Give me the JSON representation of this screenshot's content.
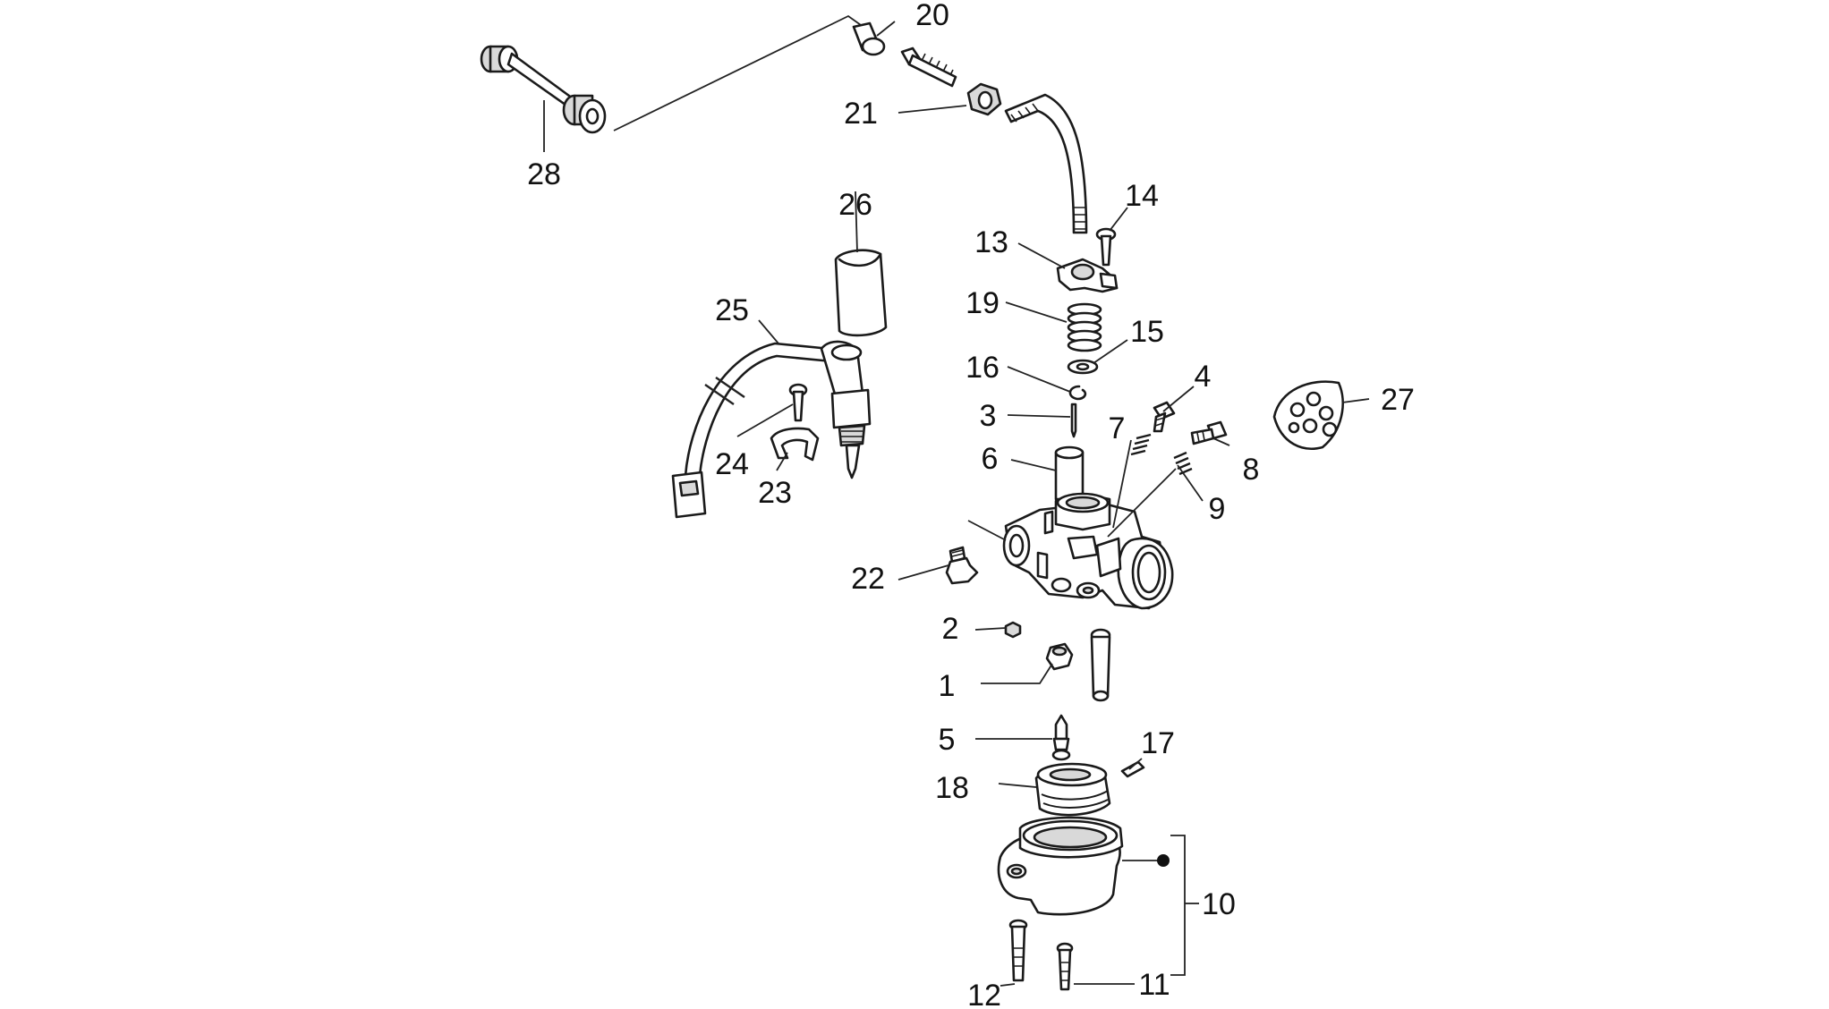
{
  "callouts": [
    {
      "id": "1",
      "text": "1"
    },
    {
      "id": "2",
      "text": "2"
    },
    {
      "id": "3",
      "text": "3"
    },
    {
      "id": "4",
      "text": "4"
    },
    {
      "id": "5",
      "text": "5"
    },
    {
      "id": "6",
      "text": "6"
    },
    {
      "id": "7",
      "text": "7"
    },
    {
      "id": "8",
      "text": "8"
    },
    {
      "id": "9",
      "text": "9"
    },
    {
      "id": "10",
      "text": "10"
    },
    {
      "id": "11",
      "text": "11"
    },
    {
      "id": "12",
      "text": "12"
    },
    {
      "id": "13",
      "text": "13"
    },
    {
      "id": "14",
      "text": "14"
    },
    {
      "id": "15",
      "text": "15"
    },
    {
      "id": "16",
      "text": "16"
    },
    {
      "id": "17",
      "text": "17"
    },
    {
      "id": "18",
      "text": "18"
    },
    {
      "id": "19",
      "text": "19"
    },
    {
      "id": "20",
      "text": "20"
    },
    {
      "id": "21",
      "text": "21"
    },
    {
      "id": "22",
      "text": "22"
    },
    {
      "id": "23",
      "text": "23"
    },
    {
      "id": "24",
      "text": "24"
    },
    {
      "id": "25",
      "text": "25"
    },
    {
      "id": "26",
      "text": "26"
    },
    {
      "id": "27",
      "text": "27"
    },
    {
      "id": "28",
      "text": "28"
    }
  ]
}
